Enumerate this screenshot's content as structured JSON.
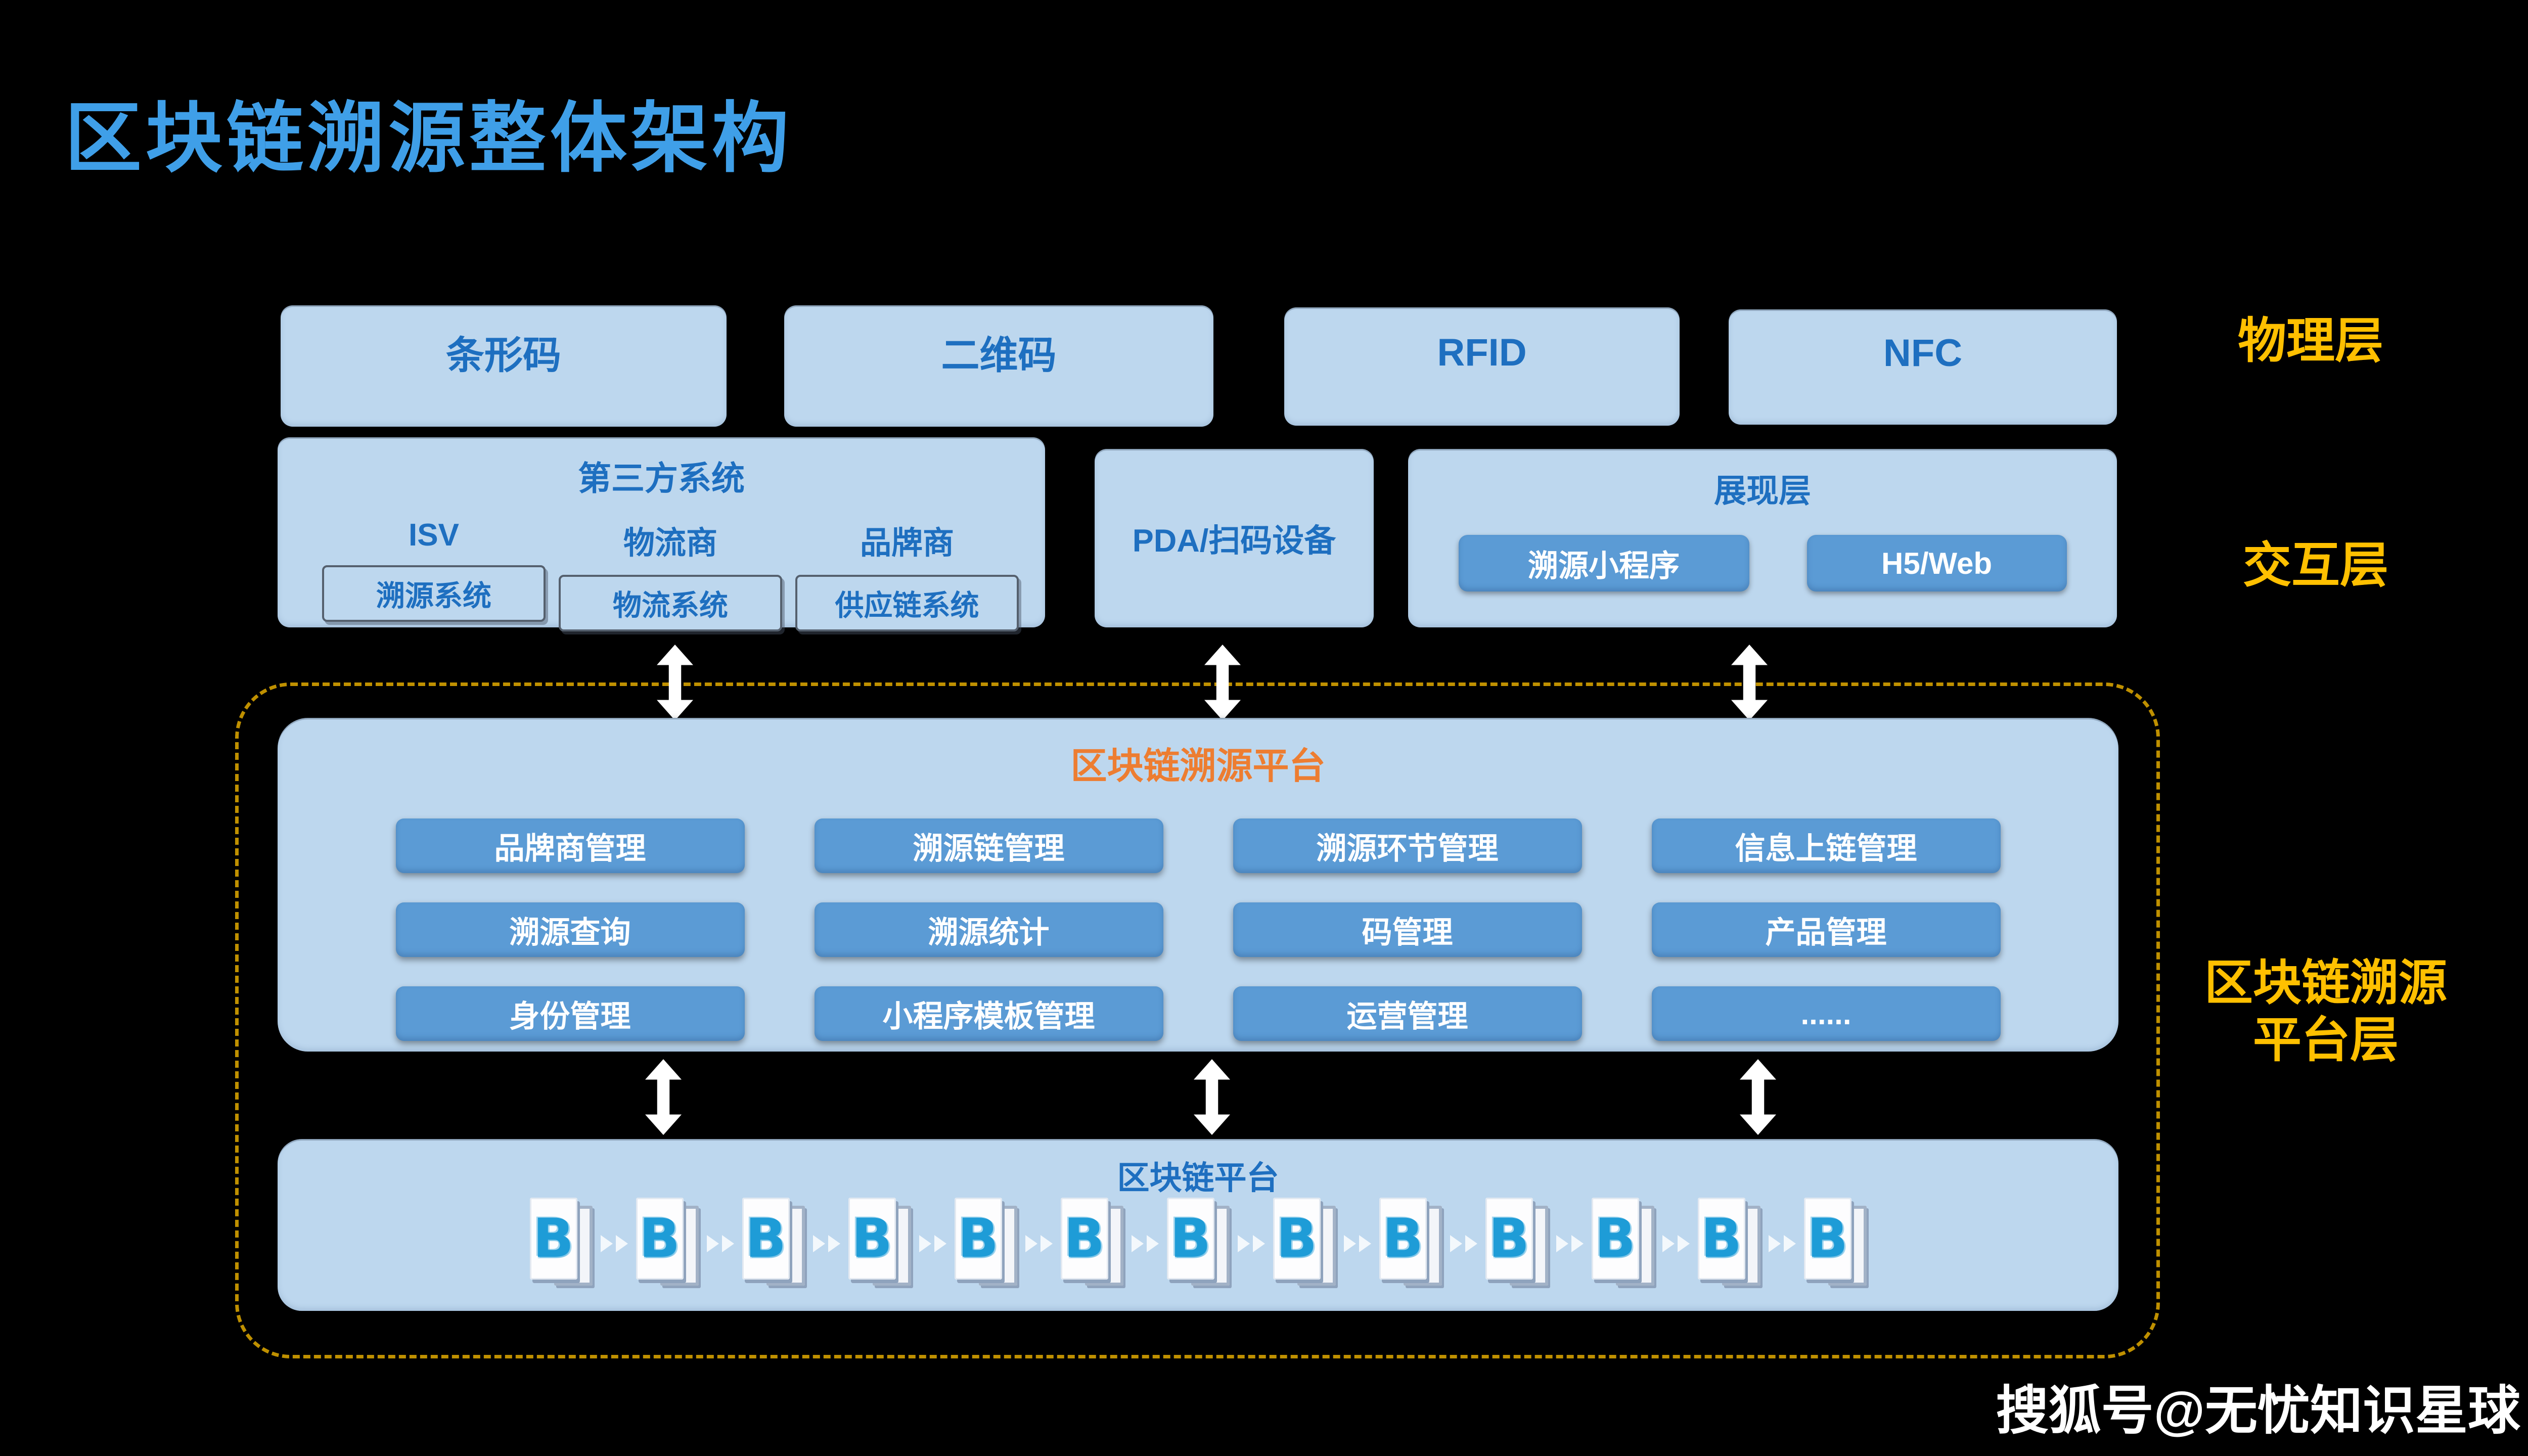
{
  "title": "区块链溯源整体架构",
  "watermark": "搜狐号@无忧知识星球",
  "physical_layer": {
    "label": "物理层",
    "items": [
      "条形码",
      "二维码",
      "RFID",
      "NFC"
    ]
  },
  "interaction_layer": {
    "label": "交互层",
    "third_party": {
      "title": "第三方系统",
      "columns": [
        {
          "role": "ISV",
          "system": "溯源系统"
        },
        {
          "role": "物流商",
          "system": "物流系统"
        },
        {
          "role": "品牌商",
          "system": "供应链系统"
        }
      ]
    },
    "pda_label": "PDA/扫码设备",
    "presentation": {
      "title": "展现层",
      "items": [
        "溯源小程序",
        "H5/Web"
      ]
    }
  },
  "platform_layer": {
    "label_lines": [
      "区块链溯源",
      "平台层"
    ],
    "platform": {
      "title": "区块链溯源平台",
      "modules": [
        [
          "品牌商管理",
          "溯源链管理",
          "溯源环节管理",
          "信息上链管理"
        ],
        [
          "溯源查询",
          "溯源统计",
          "码管理",
          "产品管理"
        ],
        [
          "身份管理",
          "小程序模板管理",
          "运营管理",
          "......"
        ]
      ]
    },
    "blockchain": {
      "title": "区块链平台",
      "block_count": 13,
      "block_glyph": "B"
    }
  },
  "icons": {
    "double_arrow": "vertical-double-arrow-icon",
    "chevron": "chevron-right-icon",
    "block": "blockchain-block-icon"
  },
  "colors": {
    "background": "#000000",
    "title_blue": "#3f9fe8",
    "box_fill": "#bdd7ee",
    "box_text_blue": "#1e6fc0",
    "accent_blue": "#5b9bd5",
    "gold": "#ffc000",
    "gold_dark": "#bf9000",
    "orange": "#ed7d31",
    "block_b_blue": "#1e9cd7"
  }
}
